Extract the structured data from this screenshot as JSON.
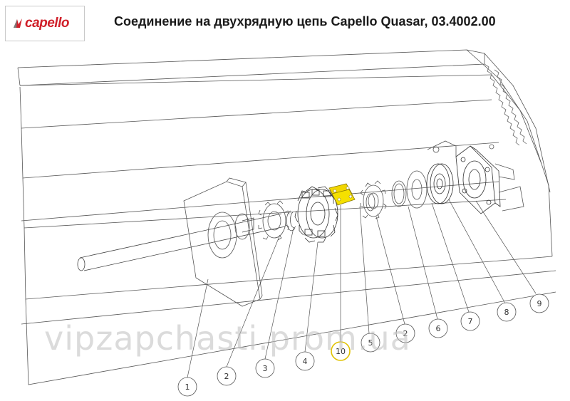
{
  "header": {
    "logo_text": "capello",
    "title": "Соединение на двухрядную цепь Capello Quasar, 03.4002.00"
  },
  "callouts": [
    "1",
    "2",
    "3",
    "4",
    "5",
    "2",
    "6",
    "7",
    "8",
    "9",
    "10"
  ],
  "highlight_color": "#f2d600",
  "watermark": "vipzapchasti.prom.ua"
}
